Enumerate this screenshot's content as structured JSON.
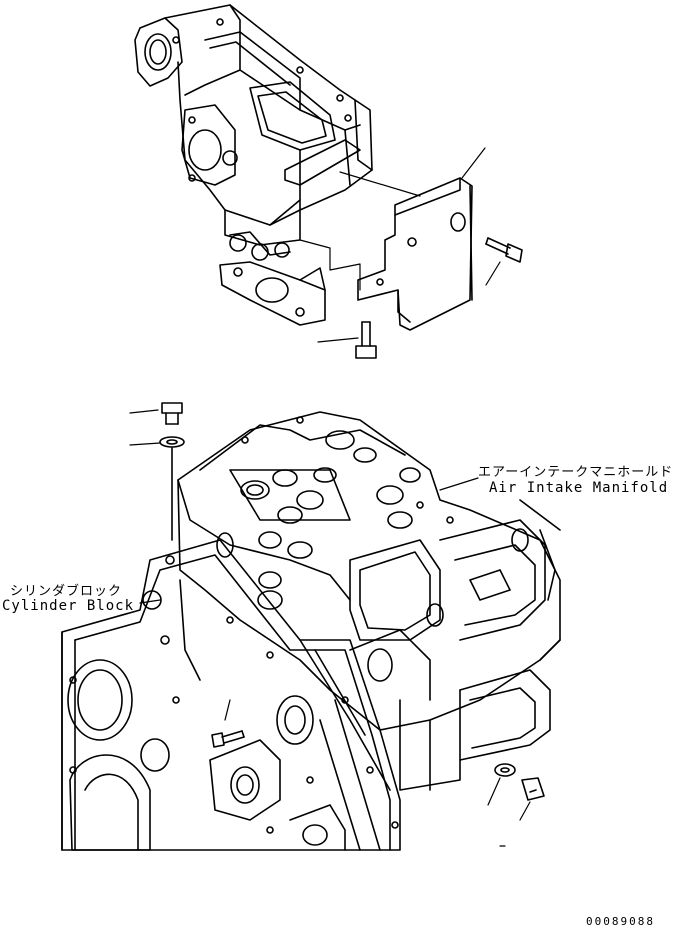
{
  "labels": {
    "air_intake_jp": "エアーインテークマニホールド",
    "air_intake_en": "Air Intake Manifold",
    "cylinder_block_jp": "シリンダブロック",
    "cylinder_block_en": "Cylinder Block",
    "drawing_number": "00089088"
  },
  "colors": {
    "line": "#000000",
    "paper": "#ffffff"
  }
}
